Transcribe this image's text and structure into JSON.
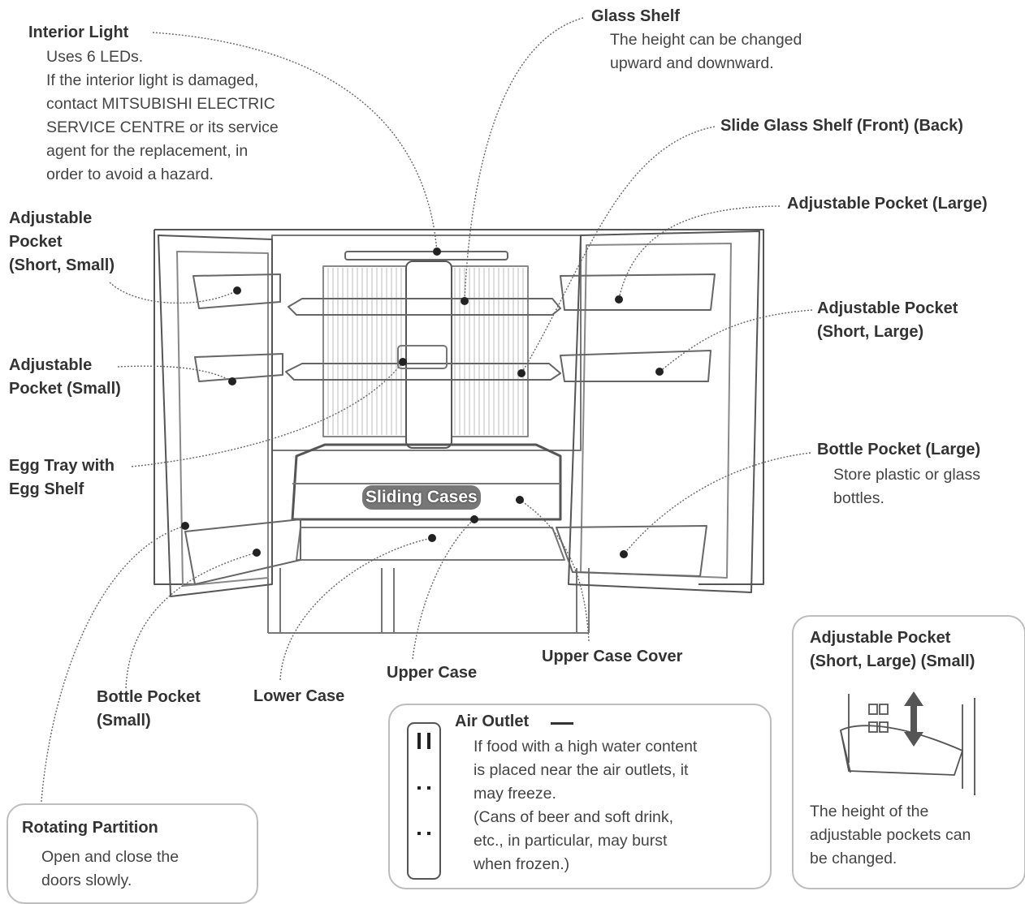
{
  "labels": {
    "interior_light": {
      "title": "Interior Light",
      "lines": [
        "Uses 6 LEDs.",
        "If the interior light is damaged,",
        "contact MITSUBISHI ELECTRIC",
        "SERVICE CENTRE or its service",
        "agent for the replacement, in",
        "order to avoid a hazard."
      ]
    },
    "glass_shelf": {
      "title": "Glass Shelf",
      "lines": [
        "The height can be changed",
        "upward and downward."
      ]
    },
    "slide_glass_shelf": {
      "title": "Slide Glass Shelf (Front) (Back)"
    },
    "adj_pocket_large": {
      "title": "Adjustable Pocket (Large)"
    },
    "adj_pocket_short_large": {
      "lines": [
        "Adjustable Pocket",
        "(Short, Large)"
      ]
    },
    "bottle_pocket_large": {
      "title": "Bottle Pocket (Large)",
      "lines": [
        "Store plastic or glass",
        "bottles."
      ]
    },
    "adj_pocket_short_small": {
      "lines": [
        "Adjustable",
        "Pocket",
        "(Short, Small)"
      ]
    },
    "adj_pocket_small": {
      "lines": [
        "Adjustable",
        "Pocket (Small)"
      ]
    },
    "egg_tray": {
      "lines": [
        "Egg Tray with",
        "Egg Shelf"
      ]
    },
    "sliding_cases": "Sliding Cases",
    "bottle_pocket_small": {
      "lines": [
        "Bottle Pocket",
        "(Small)"
      ]
    },
    "lower_case": "Lower Case",
    "upper_case": "Upper Case",
    "upper_case_cover": "Upper Case Cover"
  },
  "boxes": {
    "air_outlet": {
      "title": "Air Outlet",
      "lines": [
        "If food with a high water content",
        "is placed near the air outlets, it",
        "may freeze.",
        "(Cans of beer and soft drink,",
        "etc., in particular, may burst",
        "when frozen.)"
      ]
    },
    "adjustable_pocket_info": {
      "title_lines": [
        "Adjustable Pocket",
        "(Short, Large) (Small)"
      ],
      "lines": [
        "The height of the",
        "adjustable pockets can",
        "be changed."
      ]
    },
    "rotating_partition": {
      "title": "Rotating Partition",
      "lines": [
        "Open and close the",
        "doors slowly."
      ]
    }
  }
}
